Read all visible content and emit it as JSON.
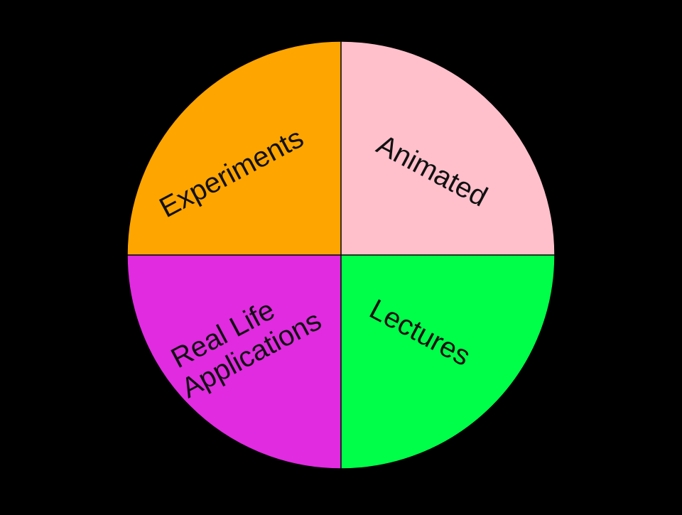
{
  "chart_data": {
    "type": "pie",
    "title": "",
    "legend": "none",
    "slices": [
      {
        "label": "Experiments",
        "value": 25,
        "color": "#FFA500"
      },
      {
        "label": "Animated",
        "value": 25,
        "color": "#FFC0CB"
      },
      {
        "label": "Lectures",
        "value": 25,
        "color": "#00FF48"
      },
      {
        "label": "Real Life Applications",
        "value": 25,
        "color": "#E02BE0"
      }
    ],
    "label_lines": {
      "real_life": [
        "Real Life",
        "Applications"
      ]
    },
    "outline_color": "#000000",
    "label_color": "#111111"
  }
}
